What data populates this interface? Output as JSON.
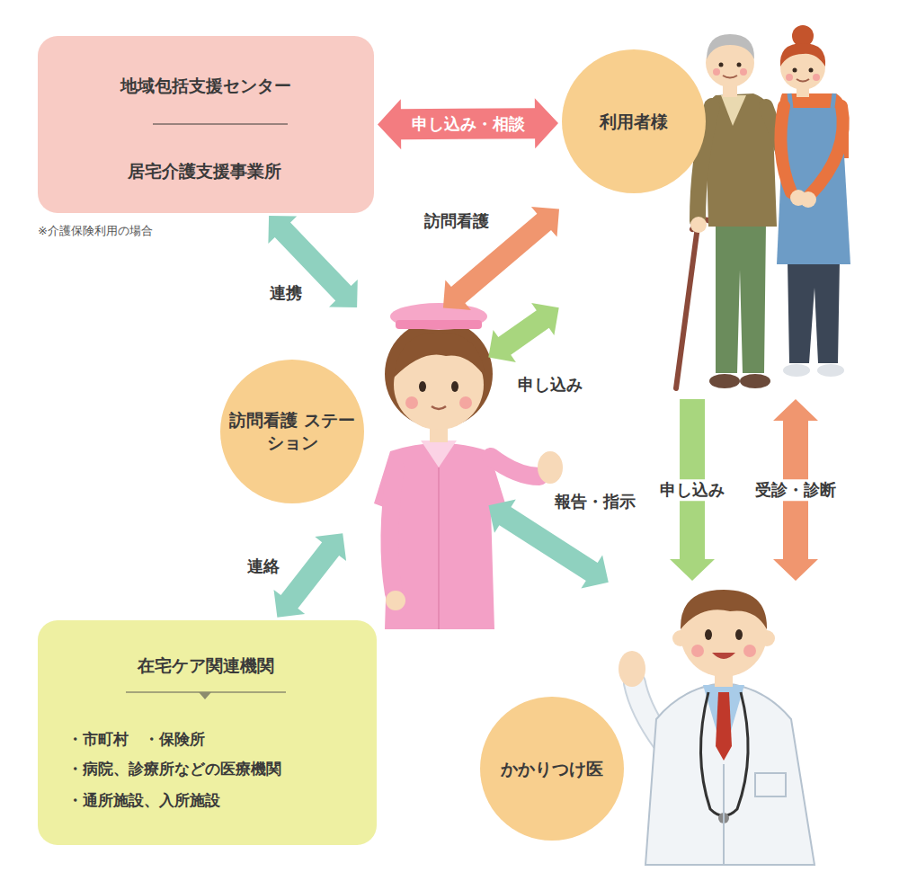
{
  "diagram": {
    "nodes": [
      {
        "text": [
          "地域包括支援センター",
          "居宅介護支援事業所"
        ]
      },
      {
        "text": [
          "利用者様"
        ]
      },
      {
        "text": [
          "訪問看護 ステーション"
        ]
      },
      {
        "text": [
          "かかりつけ医"
        ]
      },
      {
        "text": [
          "在宅ケア関連機関",
          "・市町村　・保険所",
          "・病院、診療所などの医療機関",
          "・通所施設、入所施設"
        ]
      }
    ],
    "edges": [
      {
        "from": 0,
        "to": 1,
        "label": "申し込み・相談",
        "arrow": "both"
      },
      {
        "from": 2,
        "to": 1,
        "label": "訪問看護",
        "arrow": "both"
      },
      {
        "from": 1,
        "to": 2,
        "label": "申し込み",
        "arrow": "both"
      },
      {
        "from": 0,
        "to": 2,
        "label": "連携",
        "arrow": "both"
      },
      {
        "from": 2,
        "to": 4,
        "label": "連絡",
        "arrow": "both"
      },
      {
        "from": 2,
        "to": 3,
        "label": "報告・指示",
        "arrow": "both"
      },
      {
        "from": 1,
        "to": 3,
        "label": "申し込み",
        "arrow": "to"
      },
      {
        "from": 1,
        "to": 3,
        "label": "受診・診断",
        "arrow": "both"
      }
    ],
    "labels": [
      "※介護保険利用の場合"
    ]
  }
}
